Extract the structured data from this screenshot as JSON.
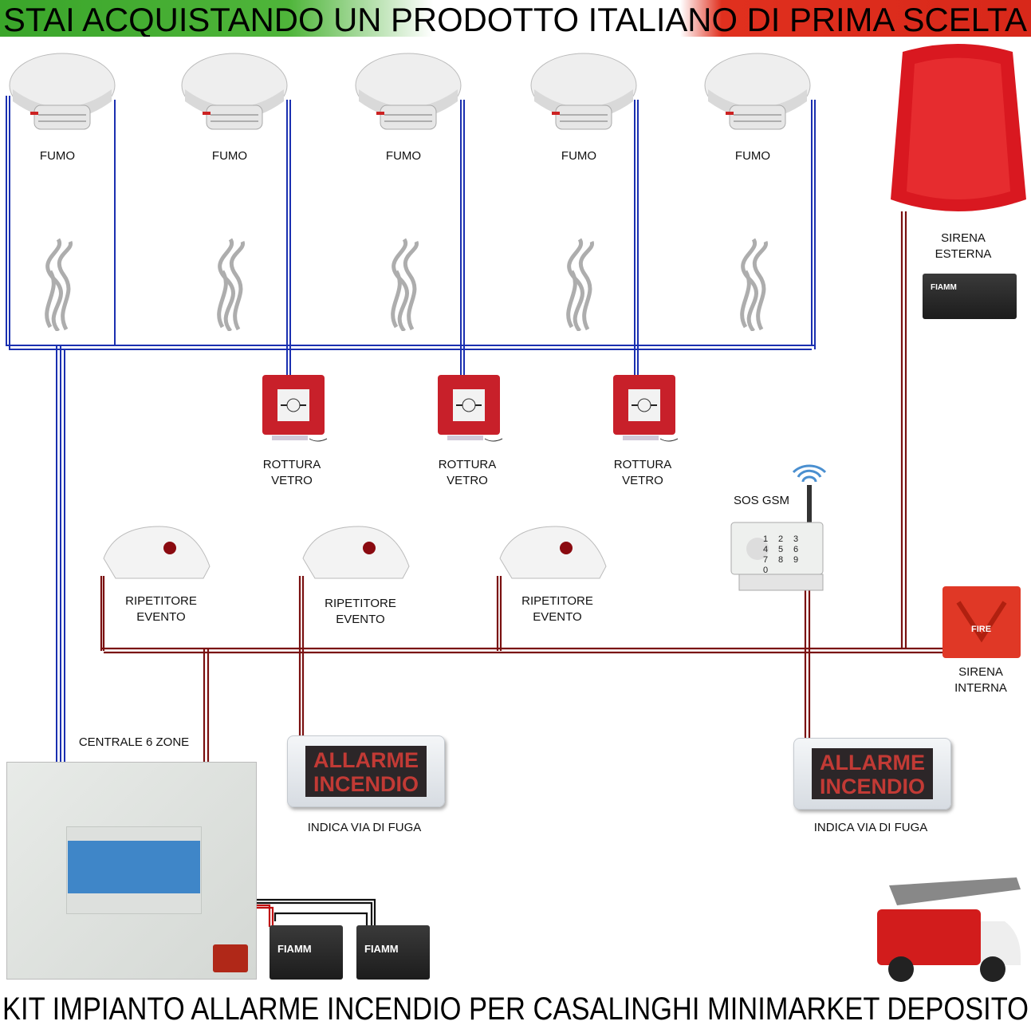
{
  "header": {
    "title": "STAI ACQUISTANDO UN PRODOTTO ITALIANO DI PRIMA SCELTA",
    "flag_colors": [
      "#3aa52a",
      "#ffffff",
      "#e0301e"
    ]
  },
  "footer": {
    "title": "KIT IMPIANTO ALLARME INCENDIO PER CASALINGHI MINIMARKET DEPOSITO"
  },
  "wire_colors": {
    "zone_loop": "#1a2fb0",
    "siren_bus": "#7a1010"
  },
  "smoke_detectors": [
    {
      "label": "FUMO"
    },
    {
      "label": "FUMO"
    },
    {
      "label": "FUMO"
    },
    {
      "label": "FUMO"
    },
    {
      "label": "FUMO"
    }
  ],
  "break_glass": [
    {
      "line1": "ROTTURA",
      "line2": "VETRO"
    },
    {
      "line1": "ROTTURA",
      "line2": "VETRO"
    },
    {
      "line1": "ROTTURA",
      "line2": "VETRO"
    }
  ],
  "repeaters": [
    {
      "line1": "RIPETITORE",
      "line2": "EVENTO"
    },
    {
      "line1": "RIPETITORE",
      "line2": "EVENTO"
    },
    {
      "line1": "RIPETITORE",
      "line2": "EVENTO"
    }
  ],
  "external_siren": {
    "line1": "SIRENA",
    "line2": "ESTERNA"
  },
  "internal_siren": {
    "line1": "SIRENA",
    "line2": "INTERNA",
    "badge": "FIRE"
  },
  "gsm": {
    "label": "SOS GSM",
    "keys": [
      "1",
      "2",
      "3",
      "4",
      "5",
      "6",
      "7",
      "8",
      "9",
      "0"
    ]
  },
  "exit_signs": [
    {
      "screen_line1": "ALLARME",
      "screen_line2": "INCENDIO",
      "label": "INDICA VIA DI FUGA"
    },
    {
      "screen_line1": "ALLARME",
      "screen_line2": "INCENDIO",
      "label": "INDICA VIA DI FUGA"
    }
  ],
  "control_panel": {
    "label": "CENTRALE 6 ZONE"
  },
  "batteries": [
    {
      "brand": "FIAMM"
    },
    {
      "brand": "FIAMM"
    },
    {
      "brand": "FIAMM"
    }
  ]
}
